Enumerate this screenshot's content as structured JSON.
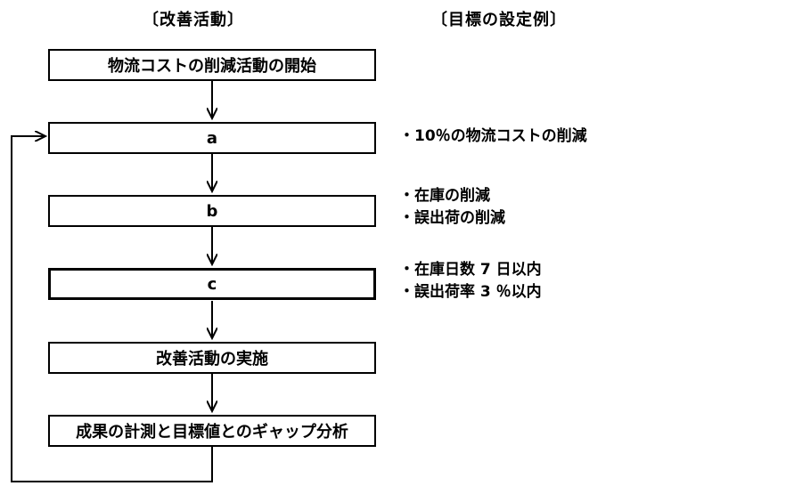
{
  "headings": {
    "left": "〔改善活動〕",
    "right": "〔目標の設定例〕"
  },
  "steps": [
    {
      "label": "物流コストの削減活動の開始"
    },
    {
      "label": "a"
    },
    {
      "label": "b"
    },
    {
      "label": "c"
    },
    {
      "label": "改善活動の実施"
    },
    {
      "label": "成果の計測と目標値とのギャップ分析"
    }
  ],
  "goals": {
    "a": [
      "・10％の物流コストの削減"
    ],
    "b": [
      "・在庫の削減",
      "・誤出荷の削減"
    ],
    "c": [
      "・在庫日数 7 日以内",
      "・誤出荷率 3 ％以内"
    ]
  }
}
